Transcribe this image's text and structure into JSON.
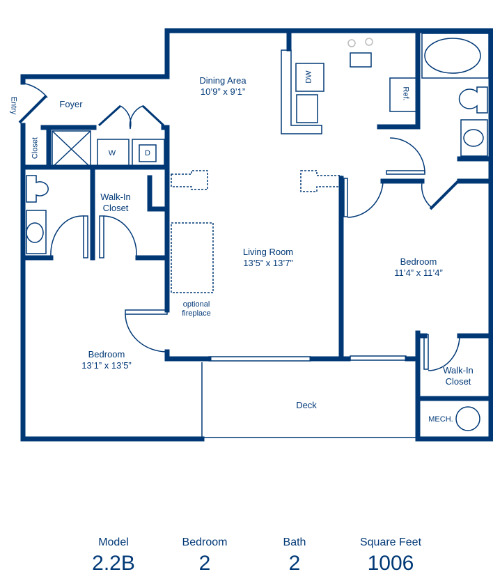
{
  "colors": {
    "wall": "#003876",
    "text": "#003876"
  },
  "rooms": {
    "entry": "Entry",
    "foyer": "Foyer",
    "closet": "Closet",
    "washer": "W",
    "dryer": "D",
    "dishwasher": "DW",
    "refrigerator": "Ref.",
    "walkin_left": [
      "Walk-In",
      "Closet"
    ],
    "dining": {
      "name": "Dining Area",
      "size": "10’9” x 9’1”"
    },
    "living": {
      "name": "Living Room",
      "size": "13’5” x 13’7”"
    },
    "fireplace": [
      "optional",
      "fireplace"
    ],
    "bedroom_left": {
      "name": "Bedroom",
      "size": "13’1” x 13’5”"
    },
    "bedroom_right": {
      "name": "Bedroom",
      "size": "11’4” x 11’4”"
    },
    "walkin_right": [
      "Walk-In",
      "Closet"
    ],
    "deck": "Deck",
    "mech": "MECH."
  },
  "stats": [
    {
      "label": "Model",
      "value": "2.2B"
    },
    {
      "label": "Bedroom",
      "value": "2"
    },
    {
      "label": "Bath",
      "value": "2"
    },
    {
      "label": "Square Feet",
      "value": "1006"
    }
  ]
}
